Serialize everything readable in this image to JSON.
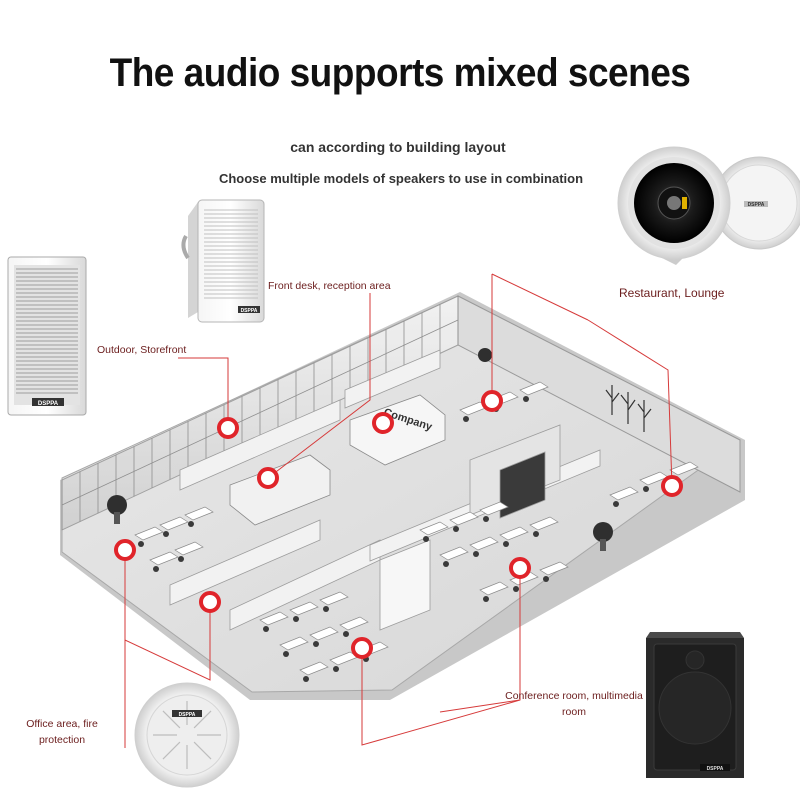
{
  "title": "The audio supports mixed scenes",
  "subtitle_1": "can according to building layout",
  "subtitle_2": "Choose multiple models of speakers to use in combination",
  "labels": {
    "front_desk": "Front desk, reception area",
    "restaurant": "Restaurant, Lounge",
    "outdoor": "Outdoor, Storefront",
    "office_line1": "Office area, fire",
    "office_line2": "protection",
    "conference_line1": "Conference room, multimedia",
    "conference_line2": "room"
  },
  "floorplan": {
    "company_sign": "Company"
  },
  "speaker_brand": "DSPPA",
  "colors": {
    "callout_line": "#d63a3a",
    "marker_ring": "#e0242a",
    "label_text": "#6b1d1d"
  },
  "icons": {
    "wall_speaker": "wall-mount-speaker-icon",
    "column_speaker": "column-speaker-icon",
    "ceiling_speaker": "ceiling-speaker-icon",
    "fire_ceiling_speaker": "fire-ceiling-speaker-icon",
    "black_wall_speaker": "black-wall-speaker-icon",
    "location_marker": "location-marker-icon"
  }
}
